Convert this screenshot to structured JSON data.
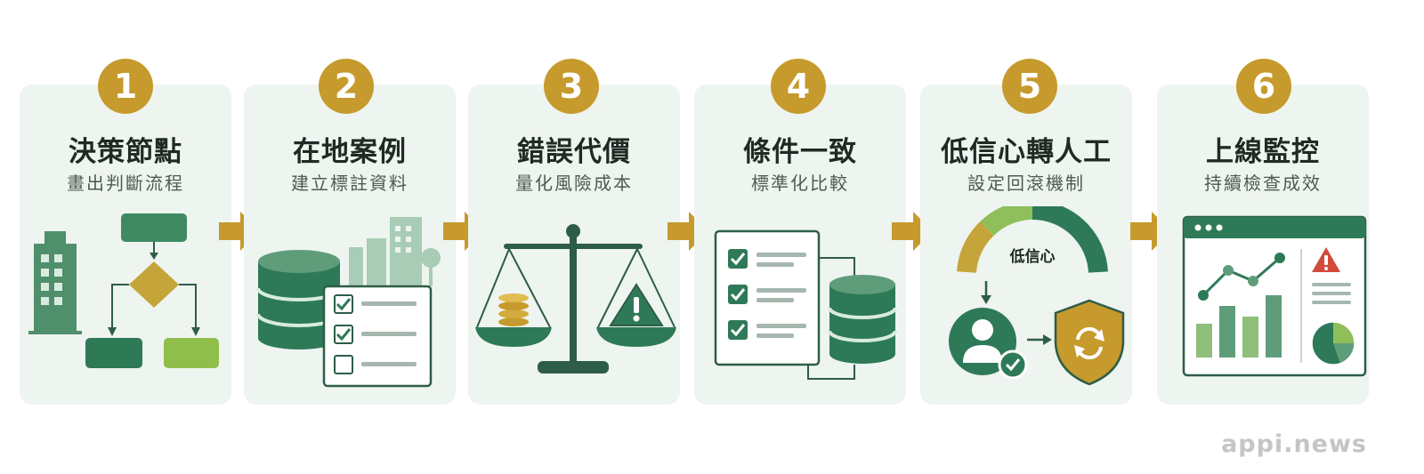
{
  "steps": [
    {
      "number": "1",
      "title": "決策節點",
      "subtitle": "畫出判斷流程"
    },
    {
      "number": "2",
      "title": "在地案例",
      "subtitle": "建立標註資料"
    },
    {
      "number": "3",
      "title": "錯誤代價",
      "subtitle": "量化風險成本"
    },
    {
      "number": "4",
      "title": "條件一致",
      "subtitle": "標準化比較"
    },
    {
      "number": "5",
      "title": "低信心轉人工",
      "subtitle": "設定回滾機制",
      "gauge_label": "低信心"
    },
    {
      "number": "6",
      "title": "上線監控",
      "subtitle": "持續檢查成效"
    }
  ],
  "watermark": "appi.news",
  "colors": {
    "dark_green": "#2e7a58",
    "mid_green": "#5f9d7a",
    "light_green": "#8fbf5a",
    "gold": "#c69a2c",
    "card_bg": "#eef4ef"
  },
  "icons": [
    "building-icon",
    "flowchart-icon",
    "database-icon",
    "checklist-icon",
    "scale-icon",
    "coins-icon",
    "warning-icon",
    "gauge-icon",
    "user-check-icon",
    "shield-refresh-icon",
    "dashboard-icon"
  ]
}
